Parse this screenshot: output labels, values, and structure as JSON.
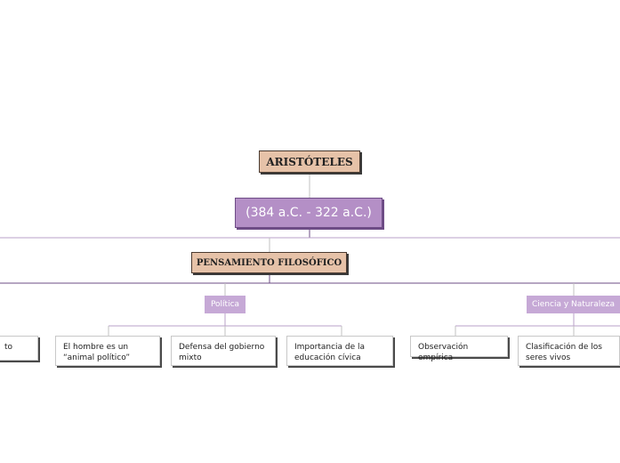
{
  "root": {
    "title": "ARISTÓTELES"
  },
  "dates": {
    "label": "(384 a.C. - 322 a.C.)"
  },
  "branch": {
    "title": "PENSAMIENTO FILOSÓFICO"
  },
  "categories": [
    {
      "label": "Política"
    },
    {
      "label": "Ciencia y Naturaleza"
    }
  ],
  "leaves": {
    "left_cut": "to",
    "politica": [
      "El hombre es un “animal político”",
      "Defensa del gobierno mixto",
      "Importancia de la educación cívica"
    ],
    "ciencia": [
      "Observación empírica",
      "Clasificación de los seres vivos"
    ]
  },
  "colors": {
    "tan": "#e6c2a8",
    "purple": "#b48fc6",
    "tag": "#c6a9d6",
    "line": "#b8a0c8",
    "line_dark": "#6e4c86"
  }
}
